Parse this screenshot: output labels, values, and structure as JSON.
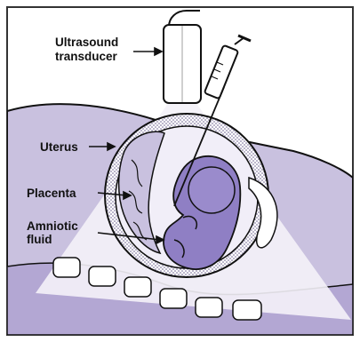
{
  "labels": {
    "transducer_line1": "Ultrasound",
    "transducer_line2": "transducer",
    "uterus": "Uterus",
    "placenta": "Placenta",
    "amniotic_line1": "Amniotic",
    "amniotic_line2": "fluid"
  },
  "colors": {
    "background": "#ffffff",
    "body": "#c9c1df",
    "body_dark": "#a89bc9",
    "fetus": "#8f7fc4",
    "beam": "#f4f2f8",
    "outline": "#111111"
  }
}
